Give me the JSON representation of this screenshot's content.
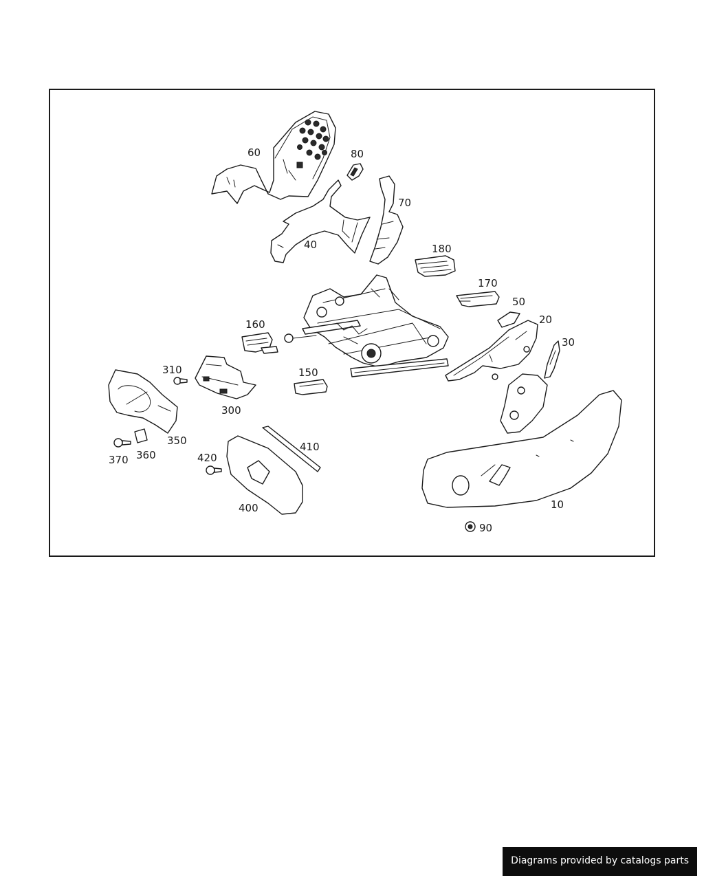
{
  "diagram": {
    "part_labels": [
      "10",
      "20",
      "30",
      "40",
      "50",
      "60",
      "70",
      "80",
      "90",
      "150",
      "160",
      "170",
      "180",
      "300",
      "310",
      "350",
      "360",
      "370",
      "400",
      "410",
      "420"
    ]
  },
  "footer": {
    "credit": "Diagrams provided by catalogs parts"
  }
}
